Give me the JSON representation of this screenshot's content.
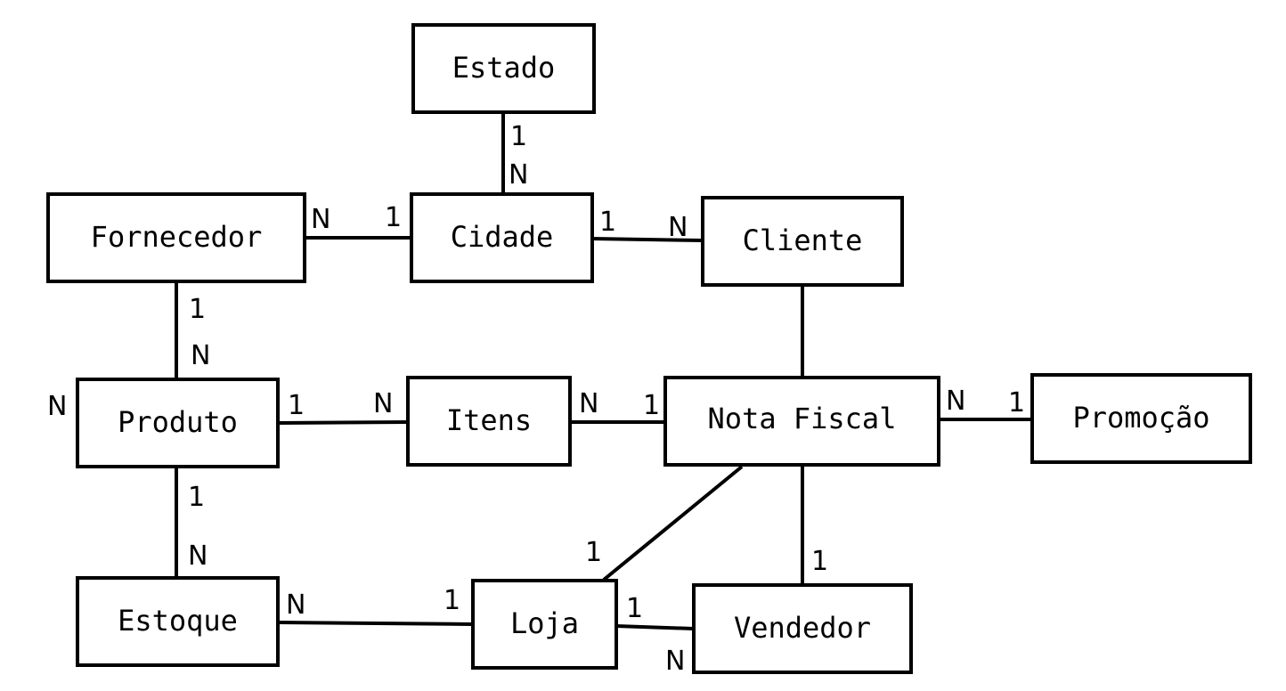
{
  "entities": {
    "estado": "Estado",
    "cidade": "Cidade",
    "fornecedor": "Fornecedor",
    "cliente": "Cliente",
    "produto": "Produto",
    "itens": "Itens",
    "nota_fiscal": "Nota Fiscal",
    "promocao": "Promoção",
    "estoque": "Estoque",
    "loja": "Loja",
    "vendedor": "Vendedor"
  },
  "relationships": [
    {
      "from": "Estado",
      "to": "Cidade",
      "from_card": "1",
      "to_card": "N"
    },
    {
      "from": "Fornecedor",
      "to": "Cidade",
      "from_card": "N",
      "to_card": "1"
    },
    {
      "from": "Cidade",
      "to": "Cliente",
      "from_card": "1",
      "to_card": "N"
    },
    {
      "from": "Fornecedor",
      "to": "Produto",
      "from_card": "1",
      "to_card": "N"
    },
    {
      "from": "Produto",
      "to": "Itens",
      "from_card": "1",
      "to_card": "N"
    },
    {
      "from": "Itens",
      "to": "Nota Fiscal",
      "from_card": "N",
      "to_card": "1"
    },
    {
      "from": "Cliente",
      "to": "Nota Fiscal",
      "from_card": "",
      "to_card": ""
    },
    {
      "from": "Nota Fiscal",
      "to": "Promoção",
      "from_card": "N",
      "to_card": "1"
    },
    {
      "from": "Produto",
      "to": "Estoque",
      "from_card": "1",
      "to_card": "N"
    },
    {
      "from": "Estoque",
      "to": "Loja",
      "from_card": "N",
      "to_card": "1"
    },
    {
      "from": "Nota Fiscal",
      "to": "Loja",
      "from_card": "",
      "to_card": "1"
    },
    {
      "from": "Nota Fiscal",
      "to": "Vendedor",
      "from_card": "",
      "to_card": "1"
    },
    {
      "from": "Loja",
      "to": "Vendedor",
      "from_card": "1",
      "to_card": "N"
    }
  ],
  "cardinalities": {
    "estado_cidade_1": "1",
    "estado_cidade_n": "N",
    "fornecedor_cidade_n": "N",
    "fornecedor_cidade_1": "1",
    "cidade_cliente_1": "1",
    "cidade_cliente_n": "N",
    "fornecedor_produto_1": "1",
    "fornecedor_produto_n": "N",
    "produto_side_n": "N",
    "produto_itens_1": "1",
    "produto_itens_n": "N",
    "itens_nota_n": "N",
    "itens_nota_1": "1",
    "nota_promocao_n": "N",
    "nota_promocao_1": "1",
    "produto_estoque_1": "1",
    "produto_estoque_n": "N",
    "estoque_loja_n": "N",
    "estoque_loja_1": "1",
    "nota_loja_1": "1",
    "nota_vendedor_1": "1",
    "loja_vendedor_1": "1",
    "loja_vendedor_n": "N"
  }
}
